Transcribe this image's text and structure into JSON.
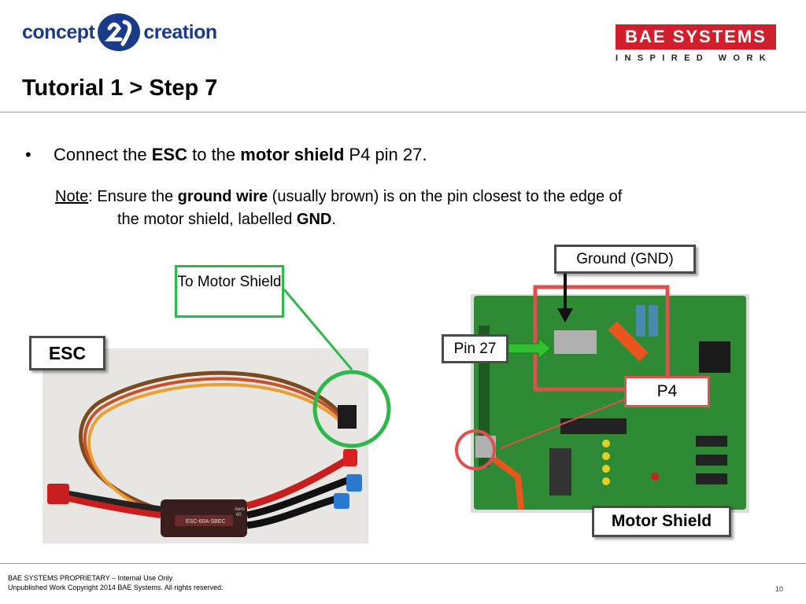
{
  "header": {
    "logo_left": {
      "word1": "concept",
      "word2": "creation"
    },
    "logo_right": {
      "name": "BAE SYSTEMS",
      "tagline": "INSPIRED WORK"
    },
    "title": "Tutorial 1 > Step 7"
  },
  "content": {
    "bullet": {
      "t1": "Connect the ",
      "b1": "ESC",
      "t2": " to the ",
      "b2": "motor shield",
      "t3": " P4 pin 27."
    },
    "note": {
      "label": "Note",
      "t1": ": Ensure the ",
      "b1": "ground wire",
      "t2": " (usually brown) is on the pin closest to the edge of",
      "t3": "the motor shield, labelled ",
      "b2": "GND",
      "t4": "."
    }
  },
  "callouts": {
    "to_motor_shield": "To Motor Shield",
    "esc": "ESC",
    "pin27": "Pin 27",
    "ground": "Ground (GND)",
    "p4": "P4",
    "motor_shield": "Motor Shield"
  },
  "esc_label": {
    "line1": "Aero",
    "line2": "60",
    "model": "ESC-60A-SBEC"
  },
  "footer": {
    "line1": "BAE SYSTEMS PROPRIETARY – Internal Use Only",
    "line2": "Unpublished Work Copyright 2014 BAE Systems. All rights reserved.",
    "page": "10"
  },
  "colors": {
    "brand_blue": "#1a3a8a",
    "bae_red": "#d0202e",
    "callout_green": "#2fb84a",
    "highlight_red": "#e05050",
    "board_green": "#2a7a2e"
  }
}
